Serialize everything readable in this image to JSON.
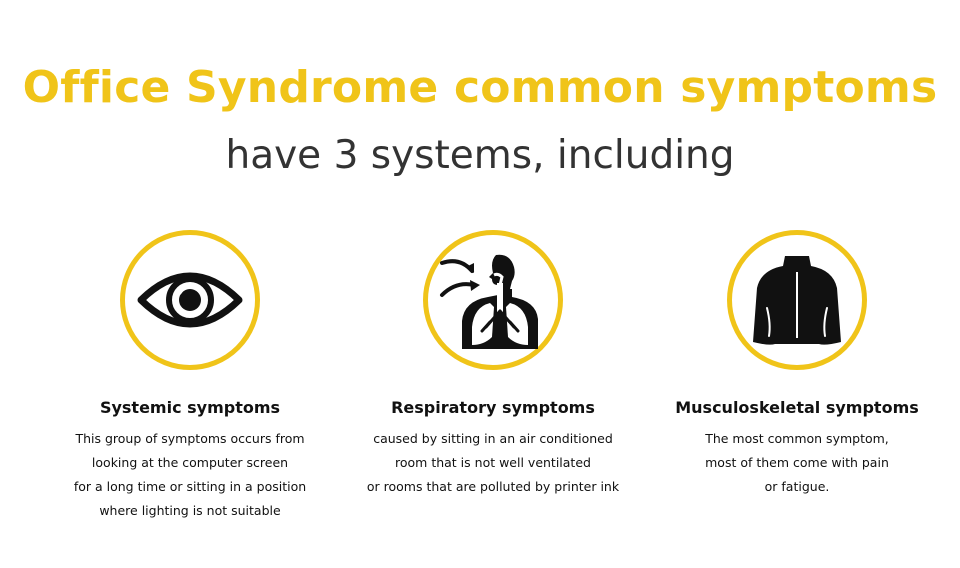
{
  "header": {
    "title": "Office Syndrome common symptoms",
    "subtitle": "have 3 systems, including"
  },
  "colors": {
    "accent": "#f0c419",
    "icon": "#111111",
    "subtitle": "#333333"
  },
  "columns": [
    {
      "icon": "eye-icon",
      "heading": "Systemic symptoms",
      "lines": [
        "This group of symptoms occurs from",
        "looking at the computer screen",
        "for a long time or sitting in a position",
        "where lighting is not suitable"
      ]
    },
    {
      "icon": "lungs-icon",
      "heading": "Respiratory symptoms",
      "lines": [
        "caused by sitting in an air conditioned",
        "room that is not well ventilated",
        "or rooms that are polluted by printer ink"
      ]
    },
    {
      "icon": "back-icon",
      "heading": "Musculoskeletal symptoms",
      "lines": [
        "The most common symptom,",
        "most of them come with pain",
        "or fatigue."
      ]
    }
  ]
}
